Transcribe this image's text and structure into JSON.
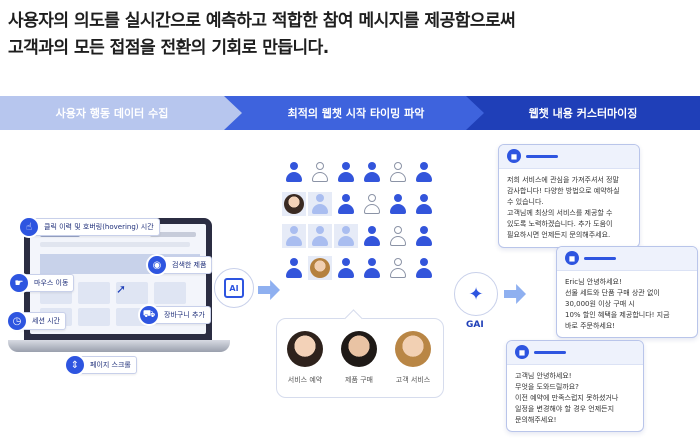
{
  "headline": {
    "line1": "사용자의 의도를 실시간으로 예측하고 적합한 참여 메시지를 제공함으로써",
    "line2": "고객과의 모든 접점을 전환의 기회로 만듭니다."
  },
  "steps": [
    {
      "label": "사용자 행동 데이터 수집"
    },
    {
      "label": "최적의 웹챗 시작 타이밍 파악"
    },
    {
      "label": "웹챗 내용 커스터마이징"
    }
  ],
  "behaviors": {
    "click": "클릭 이력 및 호버링(hovering) 시간",
    "viewed": "검색한 제품",
    "mouse": "마우스 이동",
    "cart": "장바구니 추가",
    "session": "세션 시간",
    "scroll": "페이지 스크롤"
  },
  "ai_chip_label": "AI",
  "customers": [
    {
      "label": "서비스 예약"
    },
    {
      "label": "제품 구매"
    },
    {
      "label": "고객 서비스"
    }
  ],
  "gai_label": "GAI",
  "chats": [
    {
      "text": "저희 서비스에 관심을 가져주셔서 정말\n감사합니다! 다양한 방법으로 예약하실\n수 있습니다.\n고객님께 최상의 서비스를 제공할 수\n있도록 노력하겠습니다. 추가 도움이\n필요하시면 언제든지 문의해주세요."
    },
    {
      "text": "Eric님 안녕하세요!\n선물 세트와 단품 구매 상관 없이\n30,000원 이상 구매 시\n10% 할인 혜택을 제공합니다! 지금\n바로 주문하세요!"
    },
    {
      "text": "고객님 안녕하세요!\n무엇을 도와드릴까요?\n이전 예약에 만족스럽지 못하셨거나\n일정을 변경해야 할 경우 언제든지\n문의해주세요!"
    }
  ],
  "colors": {
    "primary": "#2e55e0",
    "dark_blue": "#1f3fb8",
    "light_step": "#b7c6ee"
  }
}
